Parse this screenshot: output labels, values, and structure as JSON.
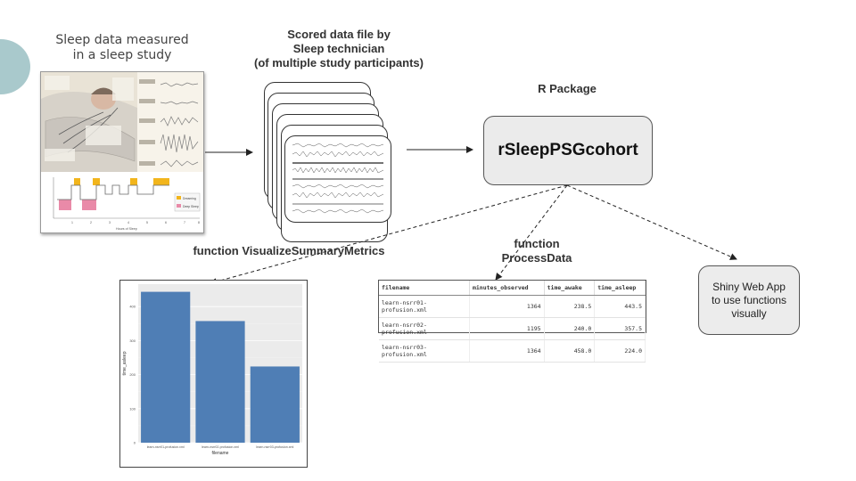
{
  "diagram": {
    "sleep_caption_line1": "Sleep data measured",
    "sleep_caption_line2": "in a sleep study",
    "scored_caption_line1": "Scored data file by",
    "scored_caption_line2": "Sleep technician",
    "scored_caption_line3": "(of multiple study participants)",
    "r_package_label": "R Package",
    "package_name": "rSleepPSGcohort",
    "visualize_label": "function VisualizeSummaryMetrics",
    "process_label_line1": "function",
    "process_label_line2": "ProcessData",
    "shiny_line1": "Shiny Web App",
    "shiny_line2": "to use functions",
    "shiny_line3": "visually",
    "hypnogram_legend": [
      "Dreaming",
      "Deep Sleep"
    ],
    "hypnogram_xlabel": "Hours of Sleep",
    "colors": {
      "accent_circle": "#a9c9cc",
      "bar": "#4f7eb5",
      "dreaming": "#f2b51c",
      "deep_sleep": "#e98aa8"
    }
  },
  "table": {
    "headers": [
      "filename",
      "minutes_observed",
      "time_awake",
      "time_asleep"
    ],
    "rows": [
      [
        "learn-nsrr01-profusion.xml",
        "1364",
        "238.5",
        "443.5"
      ],
      [
        "learn-nsrr02-profusion.xml",
        "1195",
        "240.0",
        "357.5"
      ],
      [
        "learn-nsrr03-profusion.xml",
        "1364",
        "458.0",
        "224.0"
      ]
    ]
  },
  "chart_data": {
    "type": "bar",
    "categories": [
      "learn-nsrr01-profusion.xml",
      "learn-nsrr02-profusion.xml",
      "learn-nsrr03-profusion.xml"
    ],
    "values": [
      443.5,
      357.5,
      224.0
    ],
    "xlabel": "filename",
    "ylabel": "time_asleep",
    "yticks": [
      0,
      100,
      200,
      300,
      400
    ],
    "ylim": [
      0,
      466
    ],
    "grid": true
  }
}
